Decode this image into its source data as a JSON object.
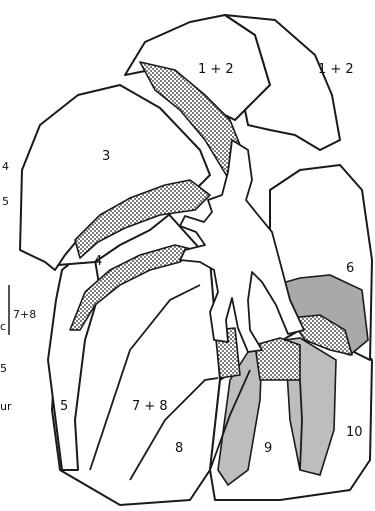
{
  "labels": {
    "seg_1_2_a": "1 + 2",
    "seg_1_2_b": "1 + 2",
    "seg_3": "3",
    "seg_4": "4",
    "seg_5": "5",
    "seg_6": "6",
    "seg_7_8": "7 + 8",
    "seg_8": "8",
    "seg_9": "9",
    "seg_10": "10"
  },
  "margin_labels": {
    "m4": "4",
    "m5a": "5",
    "m7_8": "7+8",
    "mc": "c",
    "m5b": "5",
    "mur": "ur"
  },
  "colors": {
    "outline": "#1a1a1a",
    "stipple": "#222222",
    "grey_segment": "#bdbdbd"
  }
}
